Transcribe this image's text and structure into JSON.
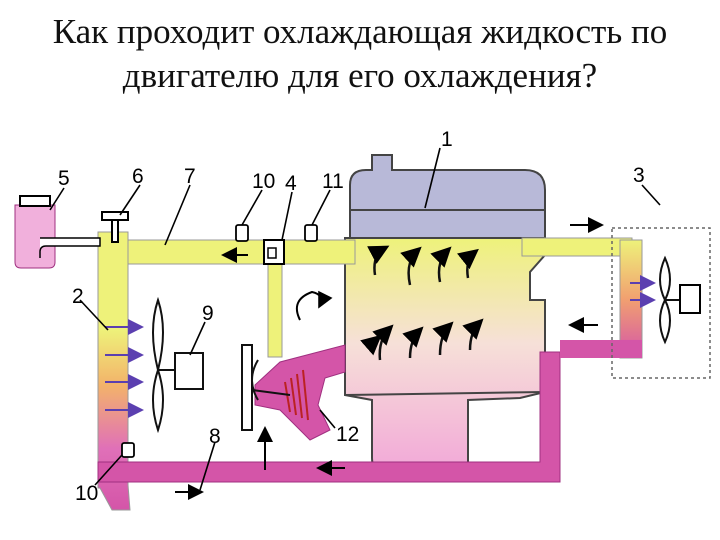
{
  "title": {
    "line1": "Как проходит охлаждающая жидкость по",
    "line2": "двигателю для его охлаждения?"
  },
  "diagram": {
    "labels": {
      "l1": "1",
      "l2": "2",
      "l3": "3",
      "l4": "4",
      "l5": "5",
      "l6": "6",
      "l7": "7",
      "l8": "8",
      "l9": "9",
      "l10a": "10",
      "l10b": "10",
      "l11": "11",
      "l12": "12"
    },
    "colors": {
      "hot": "#d455a8",
      "warm": "#f1b0dc",
      "cool": "#eef27a",
      "radiator_top": "#eef27a",
      "radiator_bottom": "#d455a8",
      "head": "#b8b9d8",
      "arrow_blue": "#5b3fb0",
      "arrow_red": "#cc2222"
    },
    "icons": {
      "fan": "fan-icon",
      "pump": "water-pump-icon",
      "thermostat": "thermostat-icon",
      "expansion_tank": "expansion-tank-icon",
      "heater": "heater-core-icon",
      "sensor": "temperature-sensor-icon"
    }
  }
}
